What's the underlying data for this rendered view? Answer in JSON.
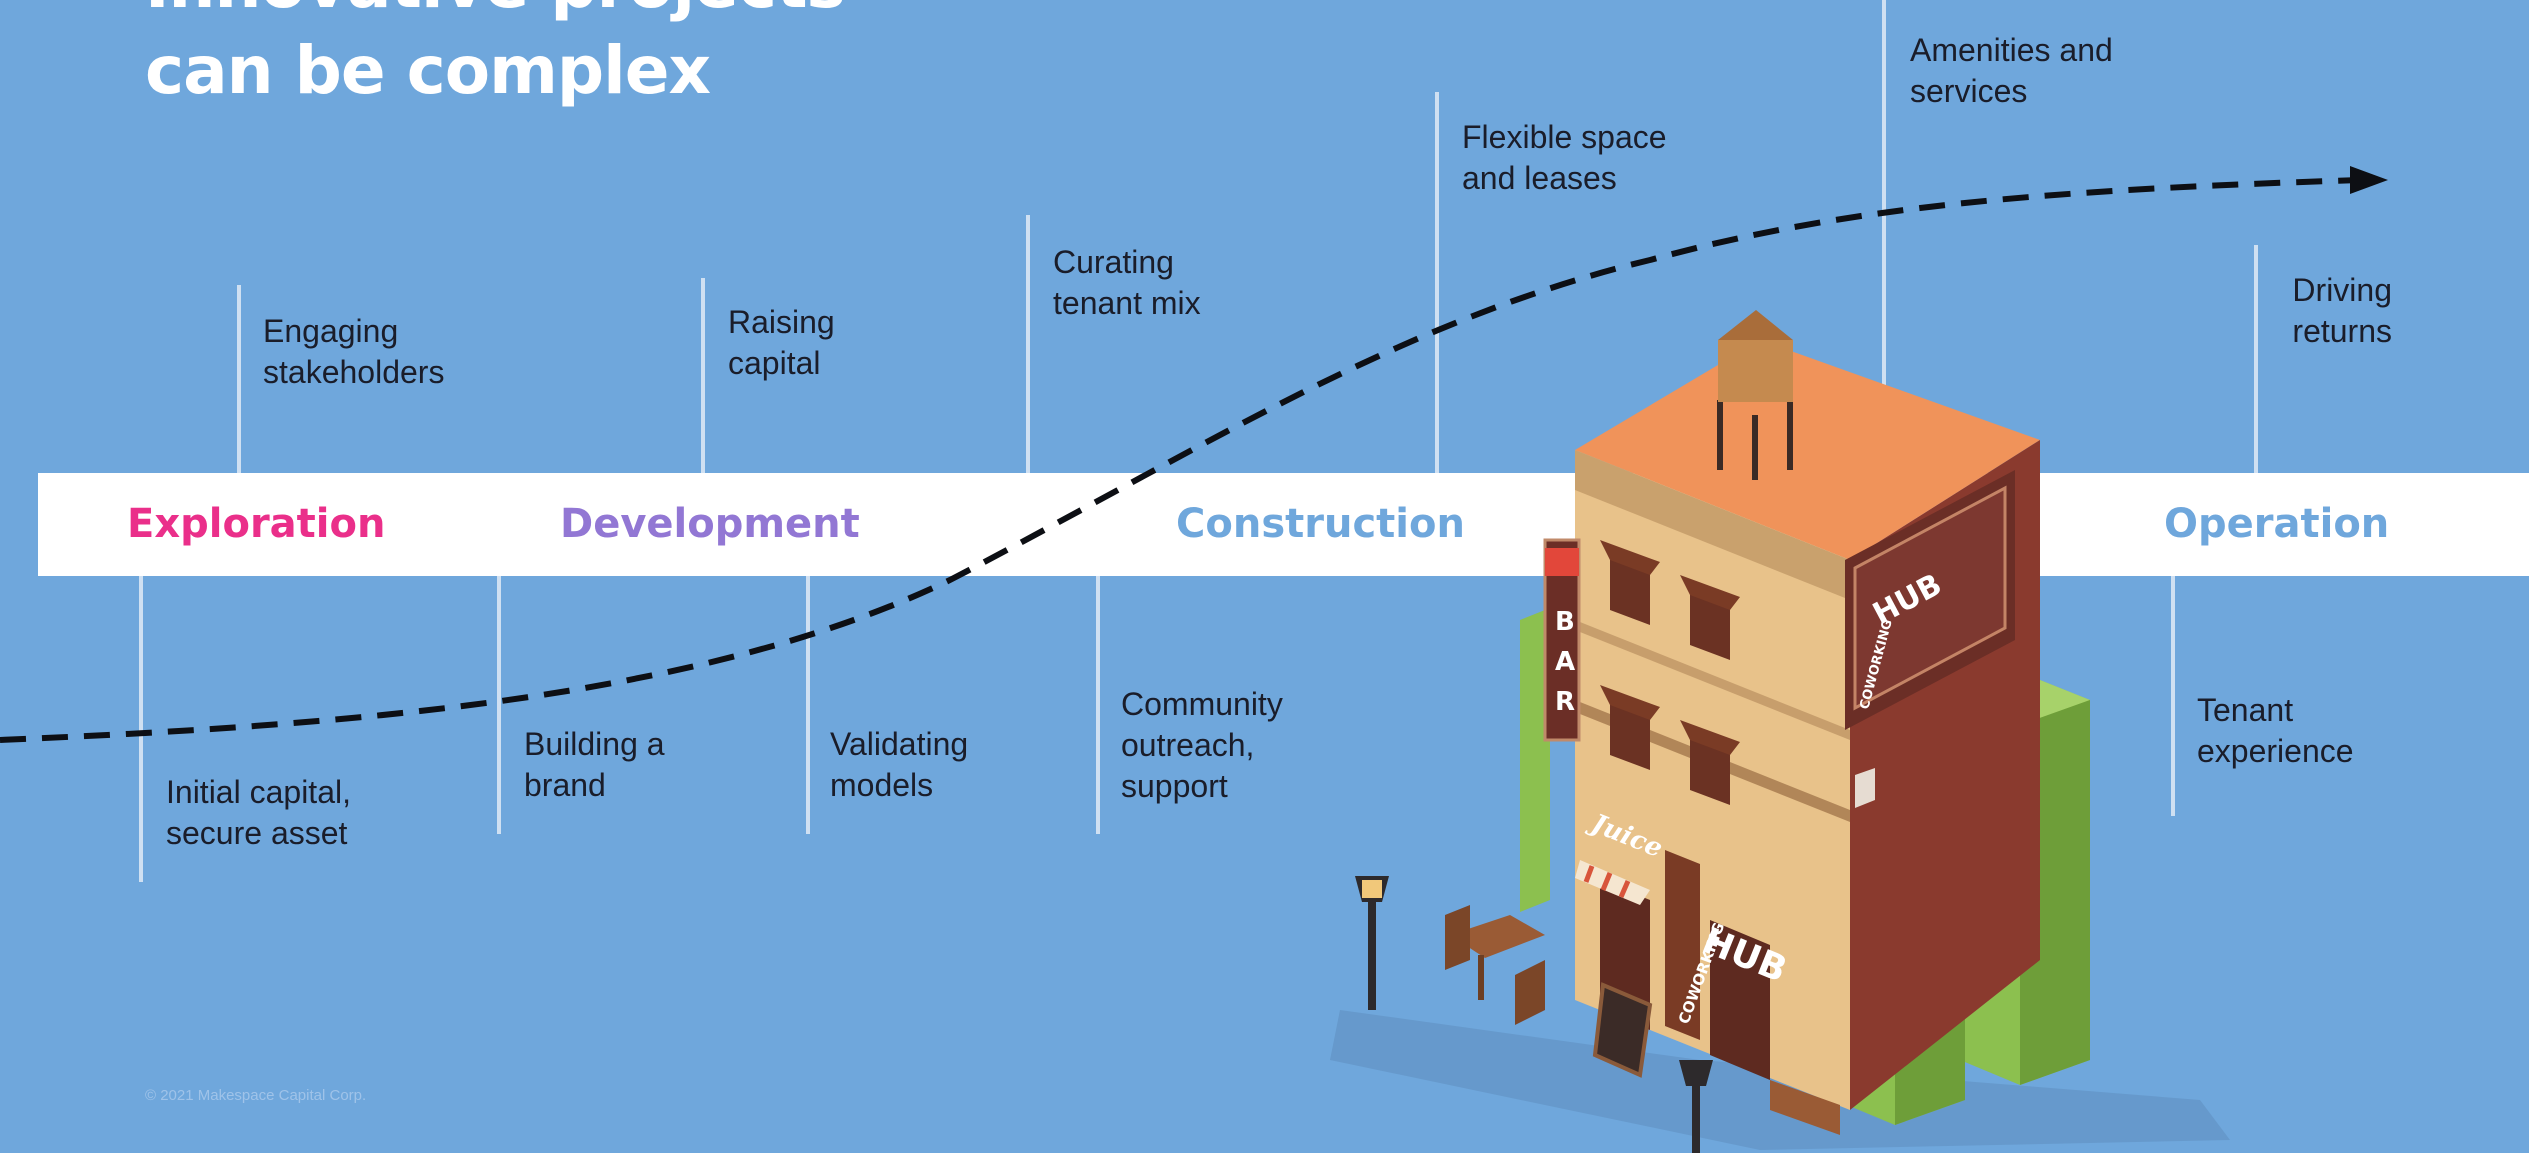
{
  "title": {
    "line1": "Innovative projects",
    "line2": "can be complex"
  },
  "phases": [
    {
      "label": "Exploration",
      "color": "#ea2f8a"
    },
    {
      "label": "Development",
      "color": "#9277d4"
    },
    {
      "label": "Construction",
      "color": "#6fa7dc"
    },
    {
      "label": "Operation",
      "color": "#6fa7dc"
    }
  ],
  "steps_above": [
    {
      "line1": "Engaging",
      "line2": "stakeholders"
    },
    {
      "line1": "Raising",
      "line2": "capital"
    },
    {
      "line1": "Curating",
      "line2": "tenant mix"
    },
    {
      "line1": "Flexible space",
      "line2": "and leases"
    },
    {
      "line1": "Amenities and",
      "line2": "services"
    },
    {
      "line1": "Driving",
      "line2": "returns"
    }
  ],
  "steps_below": [
    {
      "line1": "Initial capital,",
      "line2": "secure asset"
    },
    {
      "line1": "Building a",
      "line2": "brand"
    },
    {
      "line1": "Validating",
      "line2": "models"
    },
    {
      "line1": "Community",
      "line2": "outreach,",
      "line3": "support"
    },
    {
      "line1": "Tenant",
      "line2": "experience"
    }
  ],
  "building_signs": {
    "bar": [
      "B",
      "A",
      "R"
    ],
    "hub": "HUB",
    "coworking": "COWORKING",
    "juice": "Juice"
  },
  "footer": "© 2021 Makespace Capital Corp.",
  "colors": {
    "background": "#6fa7dc",
    "band": "#ffffff",
    "exploration": "#ea2f8a",
    "development": "#9277d4",
    "construction": "#6fa7dc",
    "operation": "#6fa7dc",
    "arrow": "#0d0f14"
  }
}
